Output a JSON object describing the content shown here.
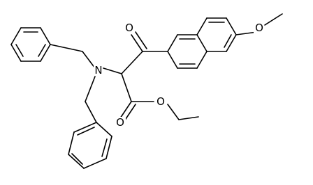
{
  "molecule": {
    "atom_labels": {
      "amine_nitrogen": "N",
      "ketone_oxygen": "O",
      "ester_carbonyl_oxygen": "O",
      "ester_ether_oxygen": "O",
      "methoxy_oxygen": "O"
    }
  }
}
